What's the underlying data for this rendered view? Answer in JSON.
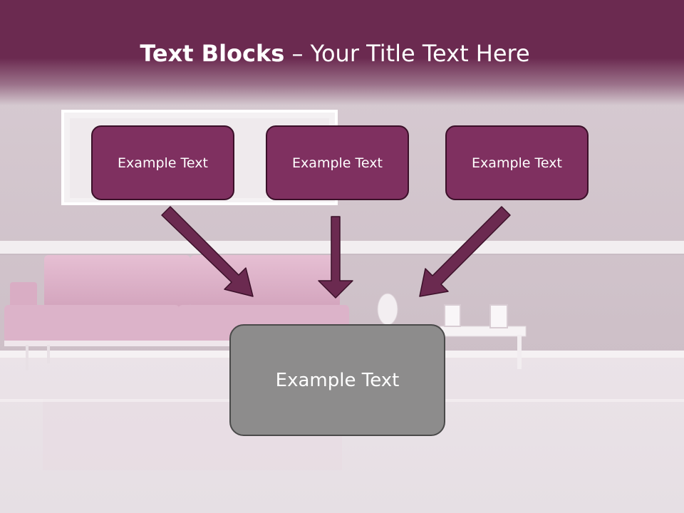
{
  "title": {
    "bold": "Text Blocks",
    "separator": " – ",
    "rest": "Your Title Text Here"
  },
  "boxes": [
    {
      "label": "Example Text"
    },
    {
      "label": "Example Text"
    },
    {
      "label": "Example Text"
    }
  ],
  "main_box": {
    "label": "Example Text"
  },
  "colors": {
    "header": "#6b2a50",
    "box_fill": "#7f3060",
    "box_border": "#3b1029",
    "arrow": "#6b2a50",
    "main_fill": "#8d8c8c"
  }
}
